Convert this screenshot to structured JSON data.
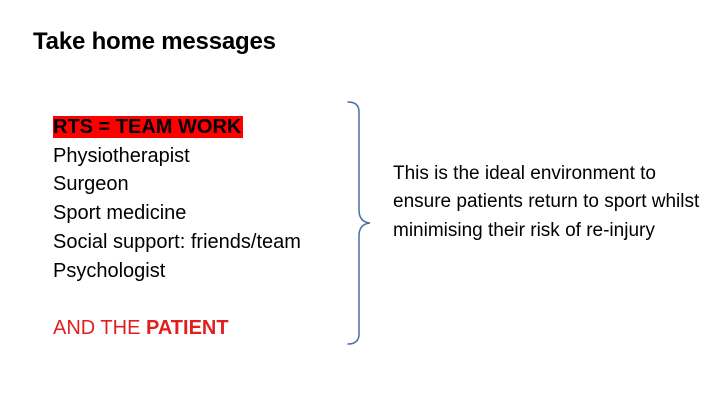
{
  "slide": {
    "title": "Take home messages",
    "highlight_item": "RTS = TEAM WORK",
    "items": [
      "Physiotherapist",
      "Surgeon",
      "Sport medicine",
      "Social support: friends/team",
      "Psychologist"
    ],
    "closing_prefix": "AND THE ",
    "closing_bold": "PATIENT",
    "note": "This is the ideal environment to ensure patients return to sport whilst minimising their risk of re-injury"
  },
  "colors": {
    "highlight": "#ff0000",
    "closing_text": "#e02020",
    "brace": "#4a6fa5"
  }
}
